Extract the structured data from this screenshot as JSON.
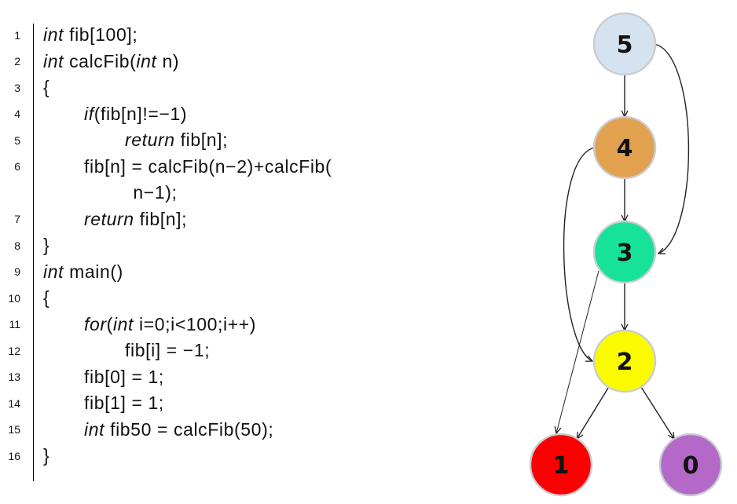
{
  "code": {
    "lines": [
      {
        "num": "1",
        "indent": 0,
        "segments": [
          {
            "t": "int",
            "k": true
          },
          {
            "t": " fib[100];"
          }
        ]
      },
      {
        "num": "2",
        "indent": 0,
        "segments": [
          {
            "t": "int",
            "k": true
          },
          {
            "t": " calcFib("
          },
          {
            "t": "int",
            "k": true
          },
          {
            "t": " n)"
          }
        ]
      },
      {
        "num": "3",
        "indent": 0,
        "segments": [
          {
            "t": "{"
          }
        ]
      },
      {
        "num": "4",
        "indent": 1,
        "segments": [
          {
            "t": "if",
            "k": true
          },
          {
            "t": "(fib[n]!=−1)"
          }
        ]
      },
      {
        "num": "5",
        "indent": 2,
        "segments": [
          {
            "t": "return",
            "k": true
          },
          {
            "t": " fib[n];"
          }
        ]
      },
      {
        "num": "6",
        "indent": 1,
        "segments": [
          {
            "t": "fib[n] = calcFib(n−2)+calcFib("
          }
        ]
      },
      {
        "num": "",
        "indent": 2.2,
        "segments": [
          {
            "t": "n−1);"
          }
        ]
      },
      {
        "num": "7",
        "indent": 1,
        "segments": [
          {
            "t": "return",
            "k": true
          },
          {
            "t": " fib[n];"
          }
        ]
      },
      {
        "num": "8",
        "indent": 0,
        "segments": [
          {
            "t": "}"
          }
        ]
      },
      {
        "num": "9",
        "indent": 0,
        "segments": [
          {
            "t": "int",
            "k": true
          },
          {
            "t": " main()"
          }
        ]
      },
      {
        "num": "10",
        "indent": 0,
        "segments": [
          {
            "t": "{"
          }
        ]
      },
      {
        "num": "11",
        "indent": 1,
        "segments": [
          {
            "t": "for",
            "k": true
          },
          {
            "t": "("
          },
          {
            "t": "int",
            "k": true
          },
          {
            "t": " i=0;i<100;i++)"
          }
        ]
      },
      {
        "num": "12",
        "indent": 2,
        "segments": [
          {
            "t": "fib[i] = −1;"
          }
        ]
      },
      {
        "num": "13",
        "indent": 1,
        "segments": [
          {
            "t": "fib[0] = 1;"
          }
        ]
      },
      {
        "num": "14",
        "indent": 1,
        "segments": [
          {
            "t": "fib[1] = 1;"
          }
        ]
      },
      {
        "num": "15",
        "indent": 1,
        "segments": [
          {
            "t": "int",
            "k": true
          },
          {
            "t": " fib50 = calcFib(50);"
          }
        ]
      },
      {
        "num": "16",
        "indent": 0,
        "segments": [
          {
            "t": "}"
          }
        ]
      }
    ]
  },
  "graph": {
    "nodes": [
      {
        "id": "5",
        "label": "5",
        "color": "#d4e3ef"
      },
      {
        "id": "4",
        "label": "4",
        "color": "#e2a14f"
      },
      {
        "id": "3",
        "label": "3",
        "color": "#16e29a"
      },
      {
        "id": "2",
        "label": "2",
        "color": "#fbfb00"
      },
      {
        "id": "1",
        "label": "1",
        "color": "#fb0000"
      },
      {
        "id": "0",
        "label": "0",
        "color": "#b469c9"
      }
    ],
    "edges": [
      {
        "from": "5",
        "to": "4"
      },
      {
        "from": "5",
        "to": "3"
      },
      {
        "from": "4",
        "to": "3"
      },
      {
        "from": "4",
        "to": "2"
      },
      {
        "from": "3",
        "to": "2"
      },
      {
        "from": "3",
        "to": "1"
      },
      {
        "from": "2",
        "to": "1"
      },
      {
        "from": "2",
        "to": "0"
      }
    ]
  }
}
